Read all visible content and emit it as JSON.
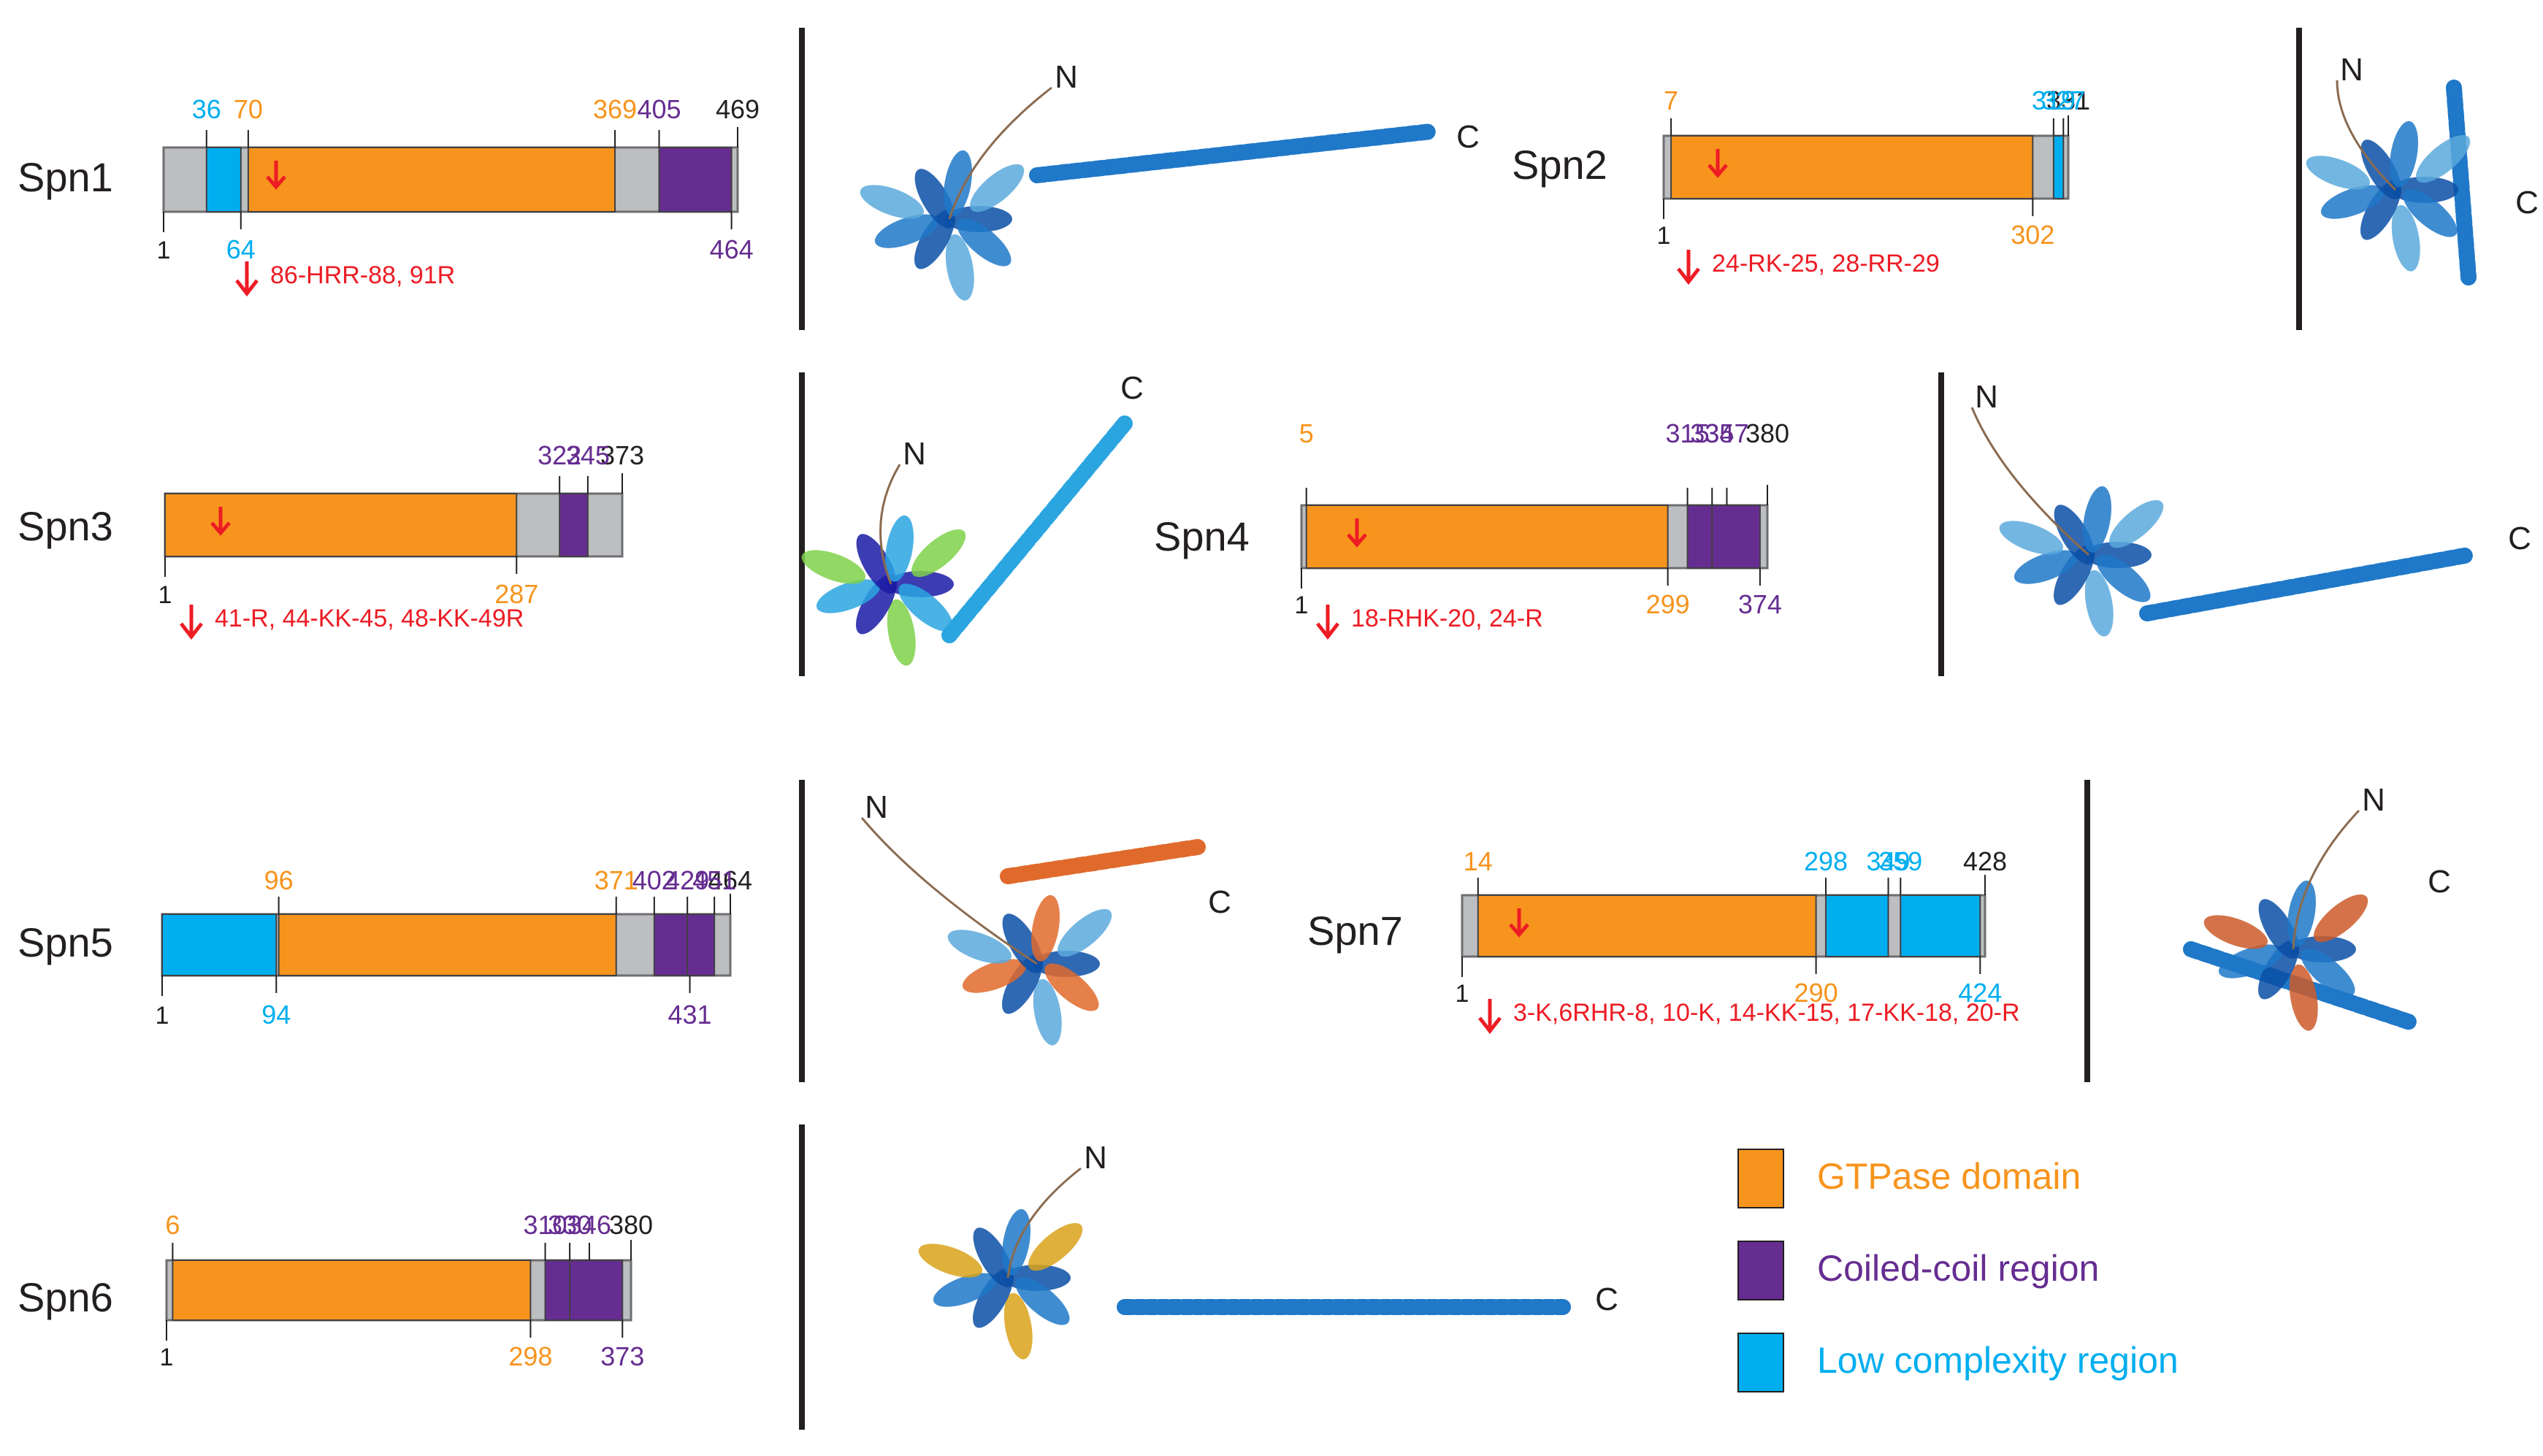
{
  "colors": {
    "gtpase": "#f7941d",
    "coiled": "#662d91",
    "lowcomp": "#00aeef",
    "gap": "#bcbec0",
    "arrow": "#ed1c24",
    "text": "#231f20",
    "divider": "#231f20"
  },
  "legend": [
    {
      "key": "gtpase",
      "label": "GTPase domain",
      "color": "#f7941d"
    },
    {
      "key": "coiled",
      "label": "Coiled-coil region",
      "color": "#662d91"
    },
    {
      "key": "lowcomp",
      "label": "Low complexity region",
      "color": "#00aeef"
    }
  ],
  "structure_termini": {
    "n": "N",
    "c": "C"
  },
  "proteins": [
    {
      "name": "Spn1",
      "length": 469,
      "domains": [
        {
          "type": "lowcomp",
          "start": 36,
          "end": 64
        },
        {
          "type": "gtpase",
          "start": 70,
          "end": 369
        },
        {
          "type": "coiled",
          "start": 405,
          "end": 464
        }
      ],
      "basic_residues": "86-HRR-88, 91R",
      "structure_style": "alphafold-blue"
    },
    {
      "name": "Spn2",
      "length": 331,
      "domains": [
        {
          "type": "gtpase",
          "start": 7,
          "end": 302
        },
        {
          "type": "lowcomp",
          "start": 319,
          "end": 327
        }
      ],
      "basic_residues": "24-RK-25, 28-RR-29",
      "structure_style": "alphafold-blue"
    },
    {
      "name": "Spn3",
      "length": 373,
      "domains": [
        {
          "type": "gtpase",
          "start": 1,
          "end": 287
        },
        {
          "type": "coiled",
          "start": 322,
          "end": 345
        }
      ],
      "basic_residues": "41-R, 44-KK-45, 48-KK-49R",
      "structure_style": "rainbow"
    },
    {
      "name": "Spn4",
      "length": 380,
      "domains": [
        {
          "type": "gtpase",
          "start": 5,
          "end": 299
        },
        {
          "type": "coiled",
          "start": 315,
          "end": 347
        },
        {
          "type": "coiled",
          "start": 335,
          "end": 374
        }
      ],
      "basic_residues": "18-RHK-20, 24-R",
      "structure_style": "alphafold-blue"
    },
    {
      "name": "Spn5",
      "length": 464,
      "domains": [
        {
          "type": "lowcomp",
          "start": 1,
          "end": 94
        },
        {
          "type": "gtpase",
          "start": 96,
          "end": 371
        },
        {
          "type": "coiled",
          "start": 402,
          "end": 431
        },
        {
          "type": "coiled",
          "start": 429,
          "end": 451
        }
      ],
      "basic_residues": "",
      "structure_style": "alphafold-blue"
    },
    {
      "name": "Spn7",
      "length": 428,
      "domains": [
        {
          "type": "gtpase",
          "start": 14,
          "end": 290
        },
        {
          "type": "lowcomp",
          "start": 298,
          "end": 349
        },
        {
          "type": "lowcomp",
          "start": 359,
          "end": 424
        }
      ],
      "basic_residues": "3-K,6RHR-8, 10-K, 14-KK-15, 17-KK-18, 20-R",
      "structure_style": "alphafold-blue"
    },
    {
      "name": "Spn6",
      "length": 380,
      "domains": [
        {
          "type": "gtpase",
          "start": 6,
          "end": 298
        },
        {
          "type": "coiled",
          "start": 310,
          "end": 346
        },
        {
          "type": "coiled",
          "start": 330,
          "end": 373
        }
      ],
      "basic_residues": "",
      "structure_style": "alphafold-blue"
    }
  ]
}
